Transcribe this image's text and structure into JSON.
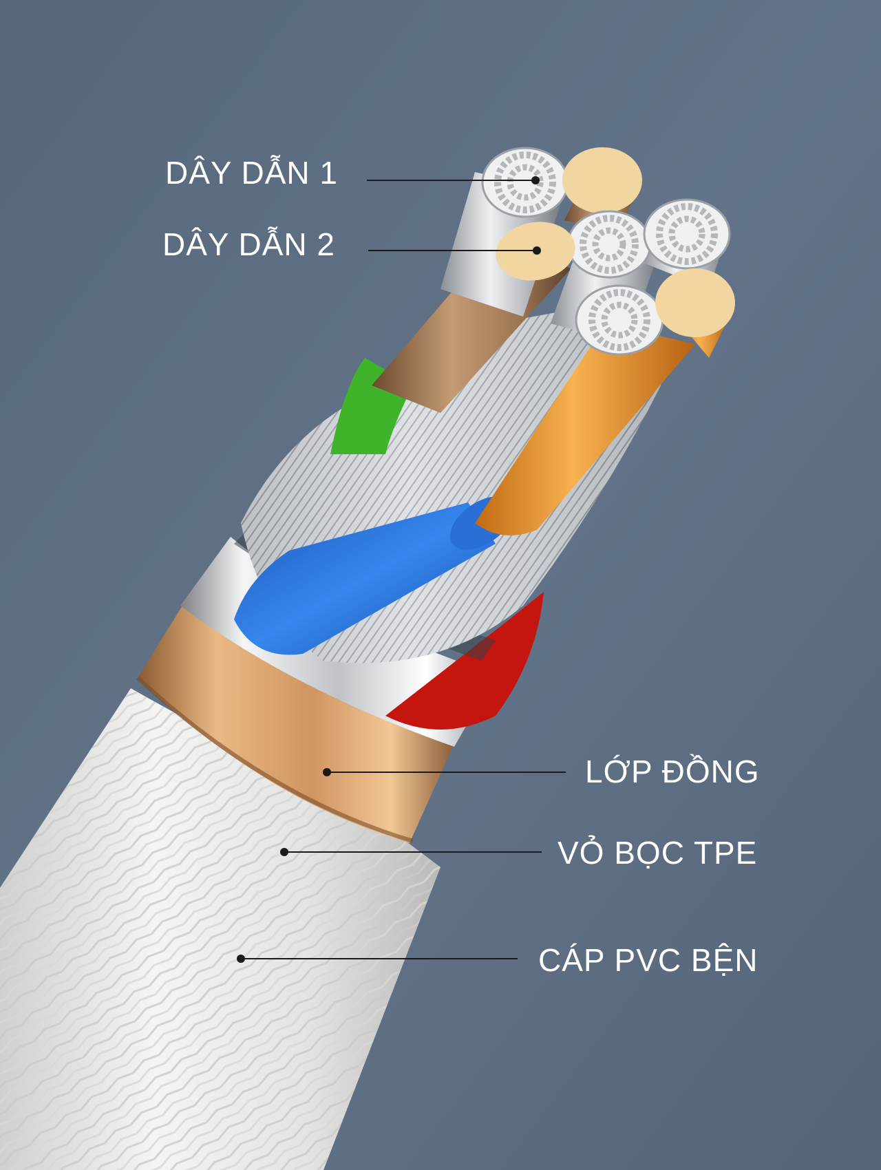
{
  "labels": {
    "conductor_1": "DÂY DẪN 1",
    "conductor_2": "DÂY DẪN 2",
    "copper_layer": "LỚP ĐỒNG",
    "tpe_sheath": "VỎ BỌC TPE",
    "braided_pvc": "CÁP PVC BỆN"
  },
  "colors": {
    "background": "#5f7085",
    "copper": "#f2d6a2",
    "strand_wire": "#e6e8ea",
    "insulation_green": "#3fb32a",
    "insulation_blue": "#2a6fd6",
    "insulation_red": "#c4150f",
    "insulation_orange": "#f2a640",
    "foil_silver": "#d7dadd",
    "sheath_bronze": "#d9a46a",
    "braid_white": "#f1f1ef"
  }
}
